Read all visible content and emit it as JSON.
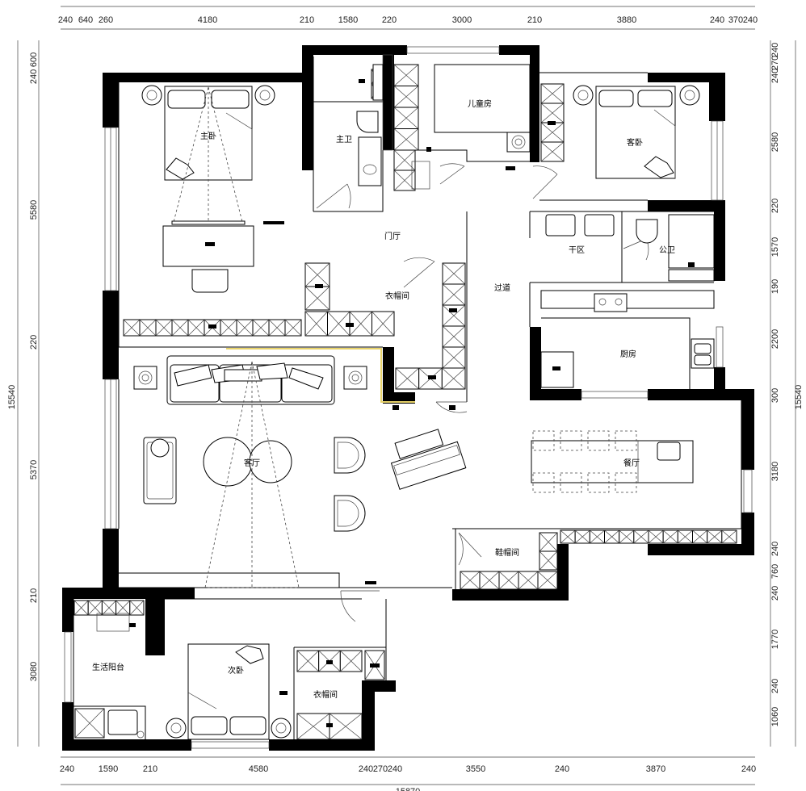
{
  "rooms": {
    "master_bedroom": "主卧",
    "master_bath": "主卫",
    "kids_room": "儿童房",
    "guest_room": "客卧",
    "foyer": "门厅",
    "walkin_closet_1": "衣帽间",
    "corridor": "过道",
    "dry_area": "干区",
    "public_bath": "公卫",
    "kitchen": "厨房",
    "living_room": "客厅",
    "dining_room": "餐厅",
    "shoe_closet": "鞋帽间",
    "utility_balcony": "生活阳台",
    "second_bedroom": "次卧",
    "walkin_closet_2": "衣帽间"
  },
  "dimensions": {
    "top": [
      "240",
      "640",
      "260",
      "4180",
      "210",
      "1580",
      "220",
      "3000",
      "210",
      "3880",
      "240",
      "370",
      "240"
    ],
    "bottom": [
      "240",
      "1590",
      "210",
      "4580",
      "240",
      "270",
      "240",
      "3550",
      "240",
      "3870",
      "240"
    ],
    "bottom_total": "15870",
    "left": [
      "240",
      "600",
      "5580",
      "220",
      "5370",
      "210",
      "3080"
    ],
    "left_total": "15540",
    "right": [
      "240",
      "270",
      "240",
      "2580",
      "220",
      "1570",
      "190",
      "2200",
      "300",
      "3180",
      "240",
      "760",
      "240",
      "1770",
      "240",
      "1060"
    ],
    "right_total": "15540"
  },
  "colors": {
    "wall": "#000000",
    "line": "#000000",
    "accent_strip": "#e8d36a"
  }
}
